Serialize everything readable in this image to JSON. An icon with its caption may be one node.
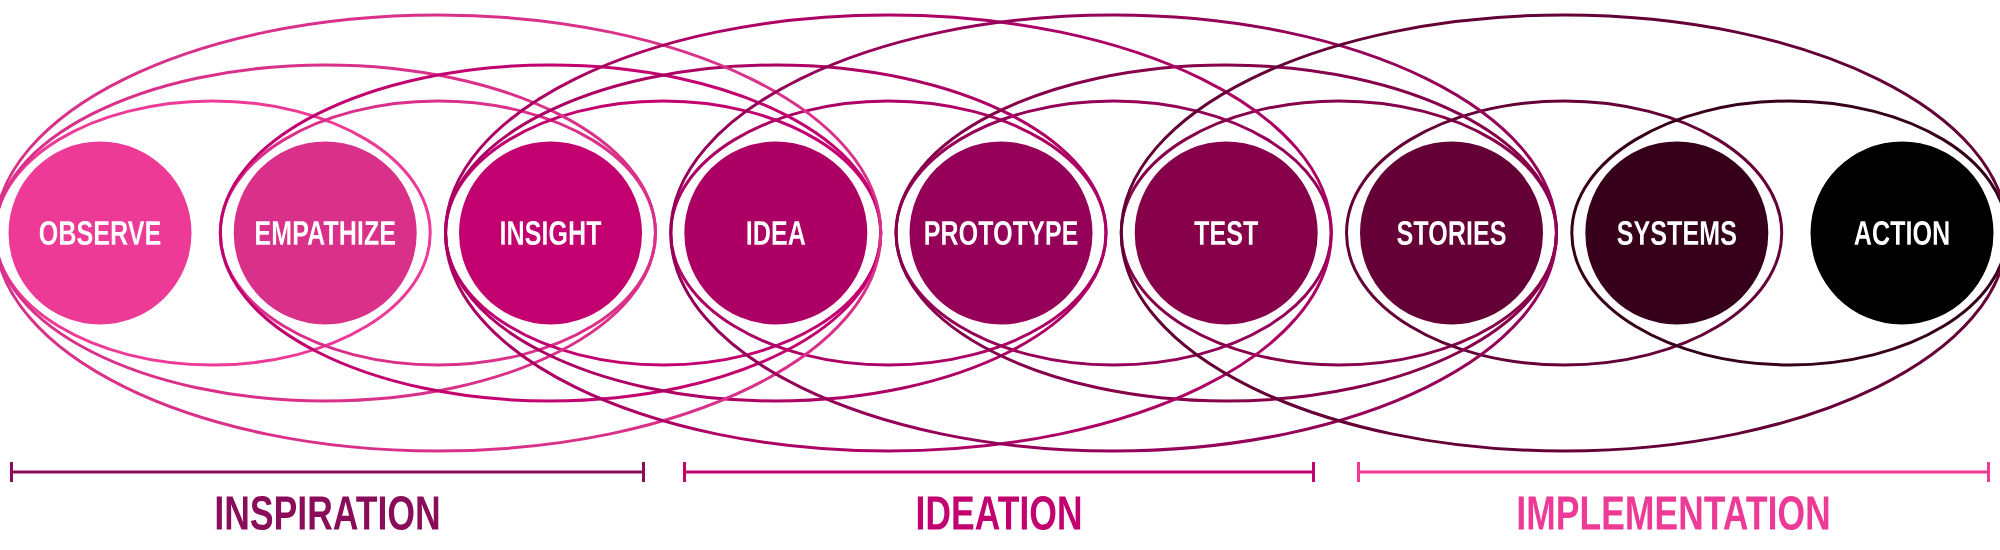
{
  "diagram": {
    "nodes": [
      {
        "text": [
          "OBSERVE"
        ]
      },
      {
        "text": [
          "EMPATHIZE"
        ]
      },
      {
        "text": [
          "INSIGHT"
        ]
      },
      {
        "text": [
          "IDEA"
        ]
      },
      {
        "text": [
          "PROTOTYPE"
        ]
      },
      {
        "text": [
          "TEST"
        ]
      },
      {
        "text": [
          "STORIES"
        ]
      },
      {
        "text": [
          "SYSTEMS"
        ]
      },
      {
        "text": [
          "ACTION"
        ]
      }
    ],
    "labels": [
      "INSPIRATION",
      "IDEATION",
      "IMPLEMENTATION"
    ]
  }
}
